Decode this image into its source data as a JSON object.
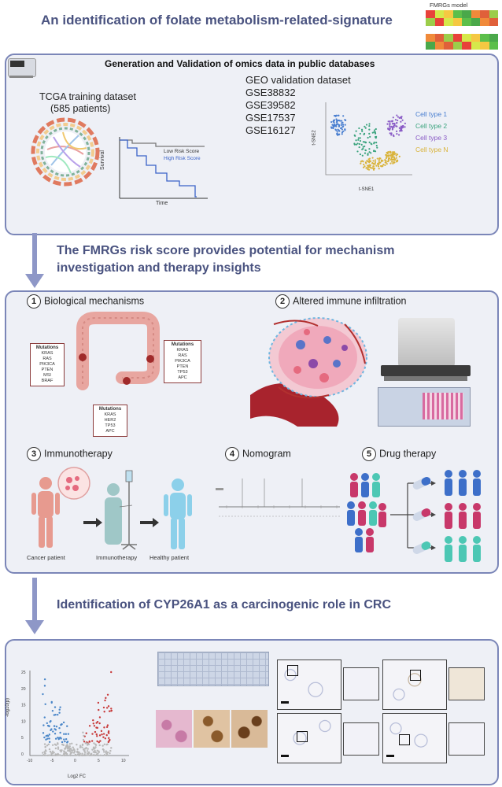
{
  "title": "An identification of folate metabolism-related-signature",
  "fmrgs_model_label": "FMRGs model",
  "section1": {
    "header": "Generation and Validation of omics data in public databases",
    "tcga_label": "TCGA training dataset",
    "tcga_patients": "(585 patients)",
    "geo_label": "GEO validation dataset",
    "geo_ids": [
      "GSE38832",
      "GSE39582",
      "GSE17537",
      "GSE16127"
    ],
    "km": {
      "ylabel": "Survival",
      "xlabel": "Time",
      "low_label": "Low Risk Score",
      "high_label": "High Risk Score"
    },
    "tsne": {
      "ylabel": "t-SNE2",
      "xlabel": "t-SNE1",
      "legend": [
        "Cell type 1",
        "Cell type 2",
        "Cell type 3",
        "Cell type N"
      ],
      "legend_colors": [
        "#4a7fd0",
        "#3aa37d",
        "#8a5cc6",
        "#d9b33a"
      ]
    }
  },
  "arrow_text_1_line1": "The FMRGs risk score provides potential for mechanism",
  "arrow_text_1_line2": "investigation and therapy insights",
  "section2": {
    "items": [
      {
        "num": "1",
        "label": "Biological mechanisms"
      },
      {
        "num": "2",
        "label": "Altered immune infiltration"
      },
      {
        "num": "3",
        "label": "Immunotherapy"
      },
      {
        "num": "4",
        "label": "Nomogram"
      },
      {
        "num": "5",
        "label": "Drug therapy"
      }
    ],
    "mutations_left": {
      "title": "Mutations",
      "genes": [
        "KRAS",
        "RAS",
        "PIK3CA",
        "PTEN",
        "MSI",
        "BRAF"
      ]
    },
    "mutations_right": {
      "title": "Mutations",
      "genes": [
        "KRAS",
        "RAS",
        "PIK3CA",
        "PTEN",
        "TP53",
        "APC"
      ]
    },
    "mutations_bottom": {
      "title": "Mutations",
      "genes": [
        "KRAS",
        "HER2",
        "TP53",
        "APC"
      ]
    },
    "immuno_labels": [
      "Cancer patient",
      "Immunotherapy",
      "Healthy patient"
    ]
  },
  "arrow_text_2": "Identification of CYP26A1 as a carcinogenic role in CRC",
  "section3": {
    "volcano": {
      "xlabel": "Log2 FC",
      "ylabel": "-log10(p)",
      "y_ticks": [
        "25",
        "20",
        "15",
        "10",
        "5",
        "0"
      ],
      "x_ticks": [
        "-10",
        "-5",
        "0",
        "5",
        "10"
      ]
    }
  },
  "colors": {
    "heading": "#4a5380",
    "panel_border": "#7b86b8",
    "panel_fill": "#eef0f6",
    "arrow": "#8e97c7",
    "down": "#4a86c8",
    "up": "#c83a3a"
  }
}
